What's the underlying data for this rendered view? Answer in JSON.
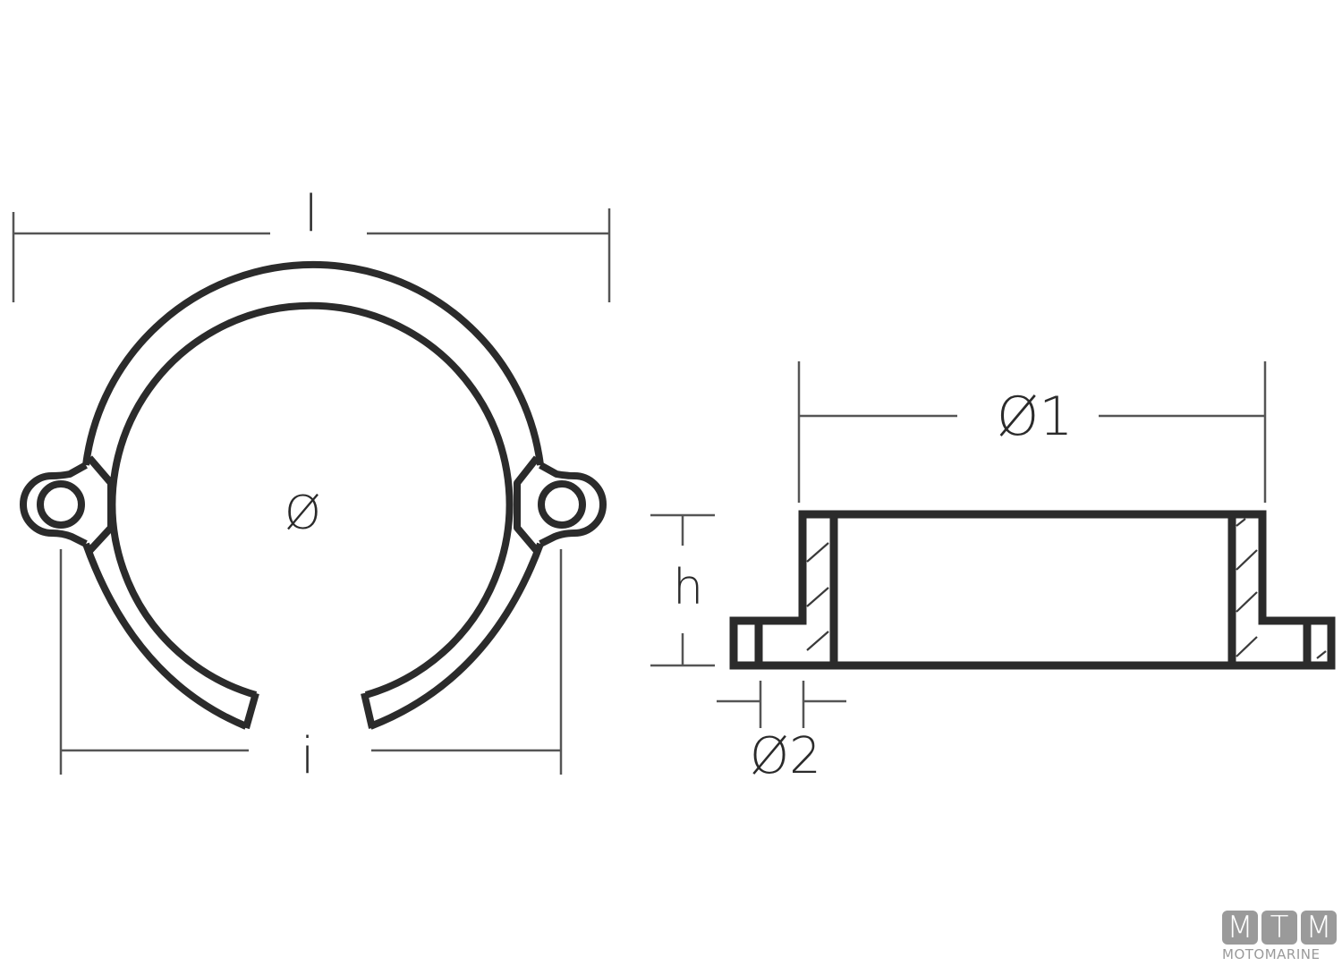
{
  "diagram": {
    "type": "technical drawing",
    "subject": "split ring anode with mounting lugs",
    "views": {
      "front_view": {
        "labels": {
          "overall_length": "l",
          "diameter": "Ø",
          "inner_opening": "i"
        }
      },
      "section_view": {
        "labels": {
          "outer_diameter": "Ø1",
          "height": "h",
          "hole_diameter": "Ø2"
        }
      }
    },
    "colors": {
      "line": "#2b2b2b",
      "dimension_line": "#555555",
      "background": "#ffffff",
      "logo": "#9a9a9a"
    }
  },
  "logo": {
    "letters": [
      "M",
      "T",
      "M"
    ],
    "text": "MOTOMARINE"
  }
}
